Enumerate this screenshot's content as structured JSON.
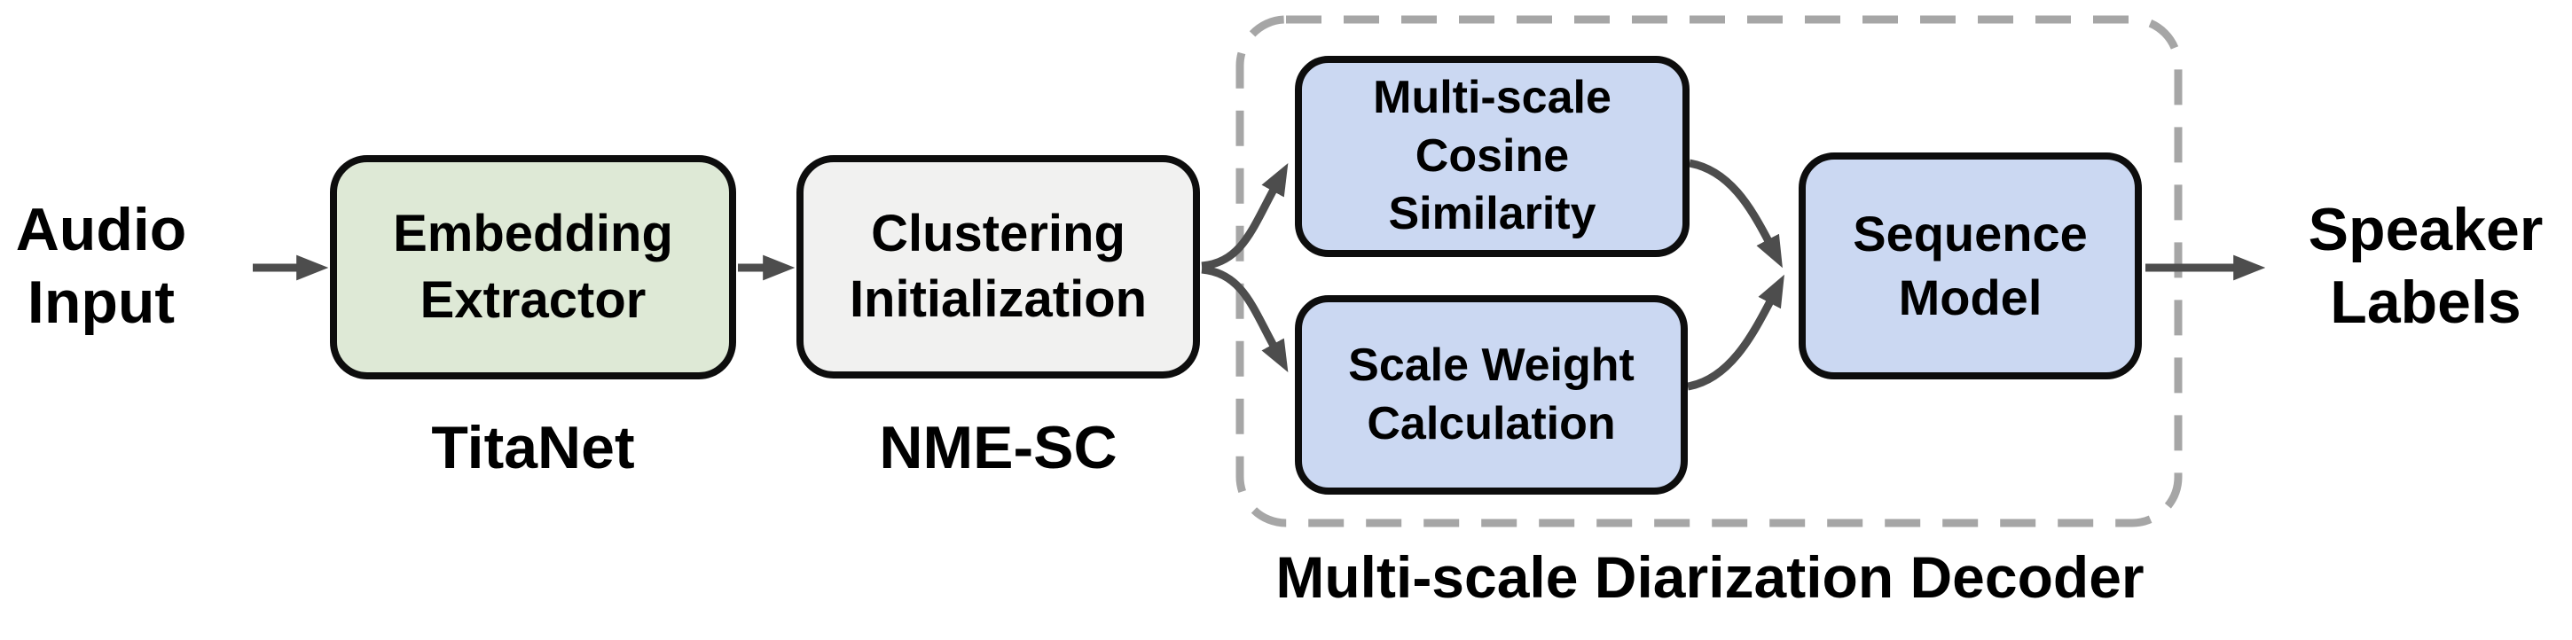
{
  "figure": {
    "background_color": "#ffffff",
    "arrow_color": "#4d4d4d",
    "box_border_color": "#0d0d0d",
    "group_border_color": "#a6a6a6",
    "text_color": "#000000",
    "input_label": "Audio\nInput",
    "output_label": "Speaker\nLabels",
    "nodes": {
      "embedding": {
        "label": "Embedding\nExtractor",
        "sublabel": "TitaNet",
        "fill": "#dee9d6"
      },
      "clustering": {
        "label": "Clustering\nInitialization",
        "sublabel": "NME-SC",
        "fill": "#f1f1f0"
      },
      "cosine": {
        "label": "Multi-scale\nCosine\nSimilarity",
        "fill": "#cbd8f2"
      },
      "scale_weight": {
        "label": "Scale Weight\nCalculation",
        "fill": "#cbd8f2"
      },
      "sequence": {
        "label": "Sequence\nModel",
        "fill": "#cbd8f2"
      }
    },
    "group": {
      "label": "Multi-scale Diarization Decoder",
      "members": [
        "Multi-scale Cosine Similarity",
        "Scale Weight Calculation",
        "Sequence Model"
      ]
    }
  }
}
